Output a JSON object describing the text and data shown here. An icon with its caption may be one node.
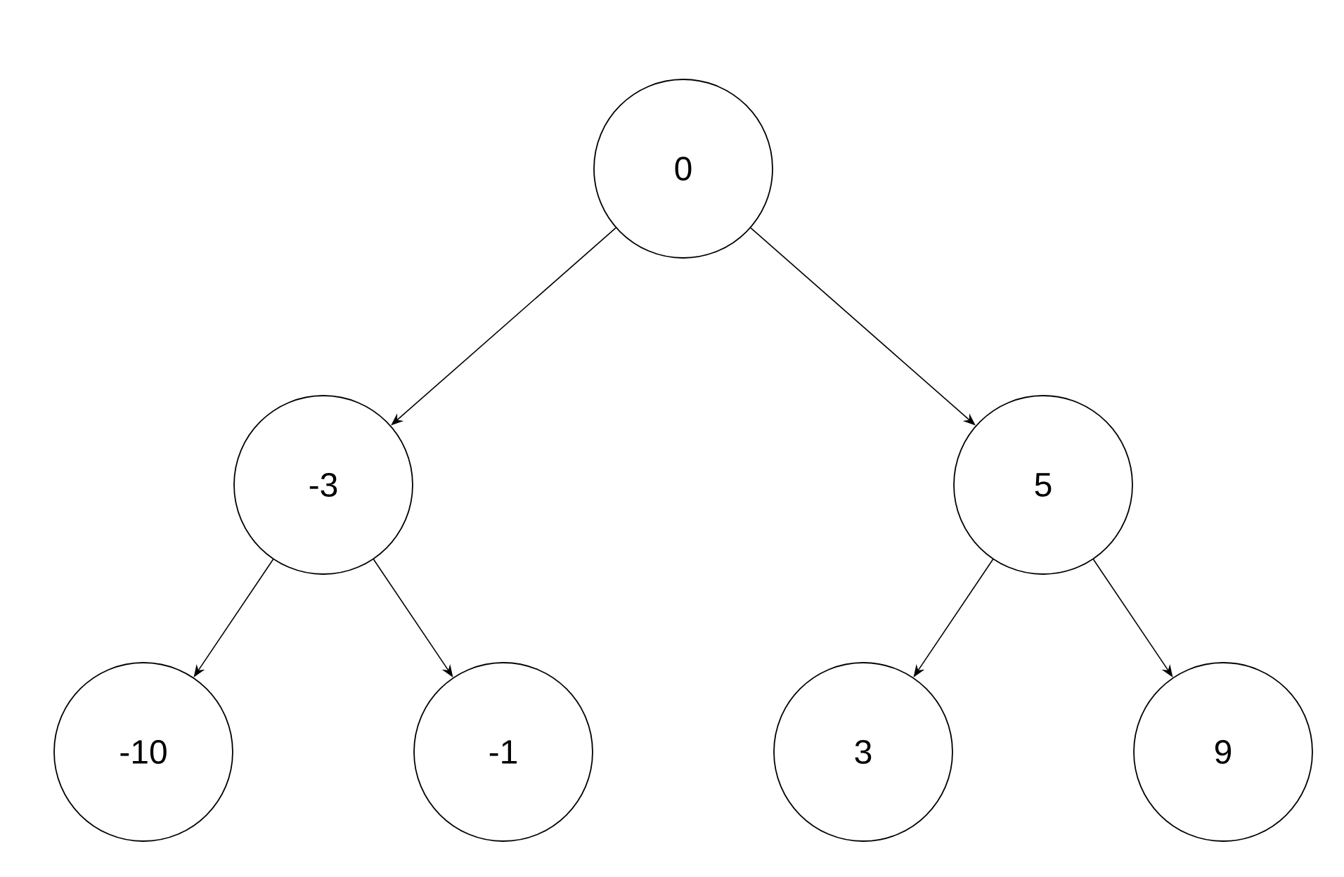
{
  "diagram": {
    "nodes": [
      {
        "text": [
          "0"
        ]
      },
      {
        "text": [
          "-3"
        ]
      },
      {
        "text": [
          "5"
        ]
      },
      {
        "text": [
          "-10"
        ]
      },
      {
        "text": [
          "-1"
        ]
      },
      {
        "text": [
          "3"
        ]
      },
      {
        "text": [
          "9"
        ]
      }
    ],
    "edges": [
      {
        "from": 0,
        "to": 1,
        "arrow": "to"
      },
      {
        "from": 0,
        "to": 2,
        "arrow": "to"
      },
      {
        "from": 1,
        "to": 3,
        "arrow": "to"
      },
      {
        "from": 1,
        "to": 4,
        "arrow": "to"
      },
      {
        "from": 2,
        "to": 5,
        "arrow": "to"
      },
      {
        "from": 2,
        "to": 6,
        "arrow": "to"
      }
    ]
  }
}
